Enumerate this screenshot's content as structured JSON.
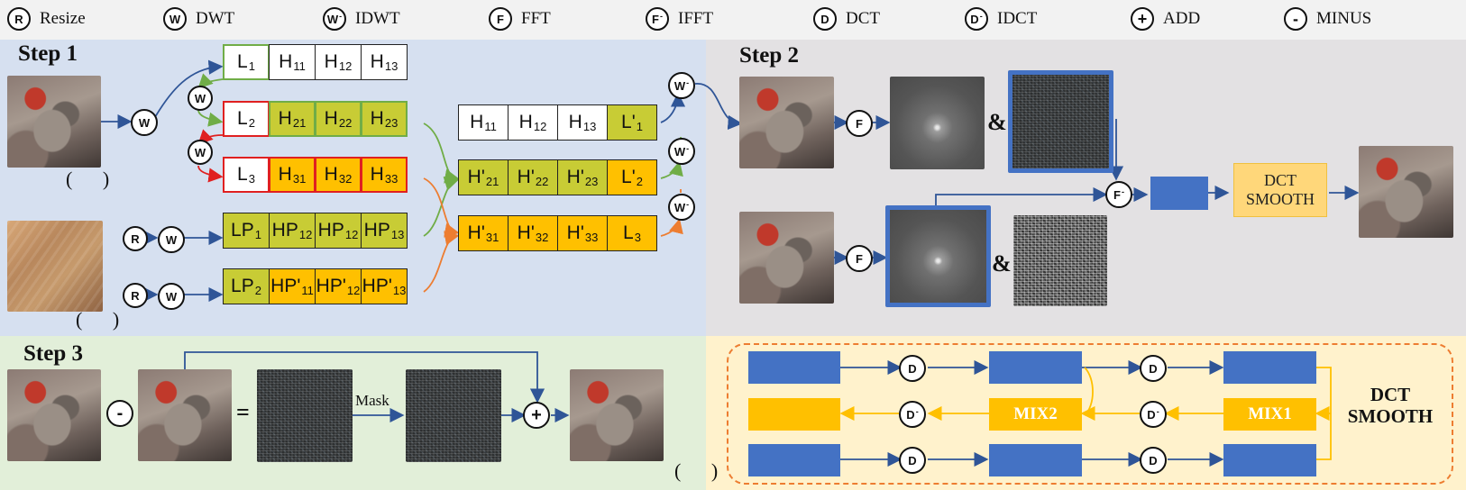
{
  "legend": [
    {
      "symbol": "R",
      "label": "Resize"
    },
    {
      "symbol": "W",
      "label": "DWT"
    },
    {
      "symbol": "W-",
      "label": "IDWT"
    },
    {
      "symbol": "F",
      "label": "FFT"
    },
    {
      "symbol": "F-",
      "label": "IFFT"
    },
    {
      "symbol": "D",
      "label": "DCT"
    },
    {
      "symbol": "D-",
      "label": "IDCT"
    },
    {
      "symbol": "+",
      "label": "ADD"
    },
    {
      "symbol": "-",
      "label": "MINUS"
    }
  ],
  "steps": {
    "step1": "Step  1",
    "step2": "Step  2",
    "step3": "Step  3"
  },
  "ops": {
    "W": "W",
    "Wi": "W",
    "R": "R",
    "F": "F",
    "Fi": "F",
    "D": "D",
    "Di": "D",
    "plus": "+",
    "minus": "-",
    "sup": "-"
  },
  "parens": {
    "a": "( )",
    "b": "( )",
    "c": "( )"
  },
  "grid_left": {
    "row1": [
      {
        "main": "L",
        "sub": "1"
      },
      {
        "main": "H",
        "sub": "11"
      },
      {
        "main": "H",
        "sub": "12"
      },
      {
        "main": "H",
        "sub": "13"
      }
    ],
    "row2": [
      {
        "main": "L",
        "sub": "2"
      },
      {
        "main": "H",
        "sub": "21"
      },
      {
        "main": "H",
        "sub": "22"
      },
      {
        "main": "H",
        "sub": "23"
      }
    ],
    "row3": [
      {
        "main": "L",
        "sub": "3"
      },
      {
        "main": "H",
        "sub": "31"
      },
      {
        "main": "H",
        "sub": "32"
      },
      {
        "main": "H",
        "sub": "33"
      }
    ],
    "row4": [
      {
        "main": "LP",
        "sub": "1"
      },
      {
        "main": "HP",
        "sub": "12"
      },
      {
        "main": "HP",
        "sub": "12"
      },
      {
        "main": "HP",
        "sub": "13"
      }
    ],
    "row5": [
      {
        "main": "LP",
        "sub": "2"
      },
      {
        "main": "HP'",
        "sub": "11"
      },
      {
        "main": "HP'",
        "sub": "12"
      },
      {
        "main": "HP'",
        "sub": "13"
      }
    ]
  },
  "grid_right": {
    "row1": [
      {
        "main": "H",
        "sub": "11"
      },
      {
        "main": "H",
        "sub": "12"
      },
      {
        "main": "H",
        "sub": "13"
      },
      {
        "main": "L'",
        "sub": "1"
      }
    ],
    "row2": [
      {
        "main": "H'",
        "sub": "21"
      },
      {
        "main": "H'",
        "sub": "22"
      },
      {
        "main": "H'",
        "sub": "23"
      },
      {
        "main": "L'",
        "sub": "2"
      }
    ],
    "row3": [
      {
        "main": "H'",
        "sub": "31"
      },
      {
        "main": "H'",
        "sub": "32"
      },
      {
        "main": "H'",
        "sub": "33"
      },
      {
        "main": "L",
        "sub": "3"
      }
    ]
  },
  "step2": {
    "amp": "&",
    "dct_line1": "DCT",
    "dct_line2": "SMOOTH"
  },
  "step3": {
    "equals": "=",
    "mask": "Mask"
  },
  "dct_smooth": {
    "mix1": "MIX1",
    "mix2": "MIX2",
    "title_line1": "DCT",
    "title_line2": "SMOOTH"
  }
}
